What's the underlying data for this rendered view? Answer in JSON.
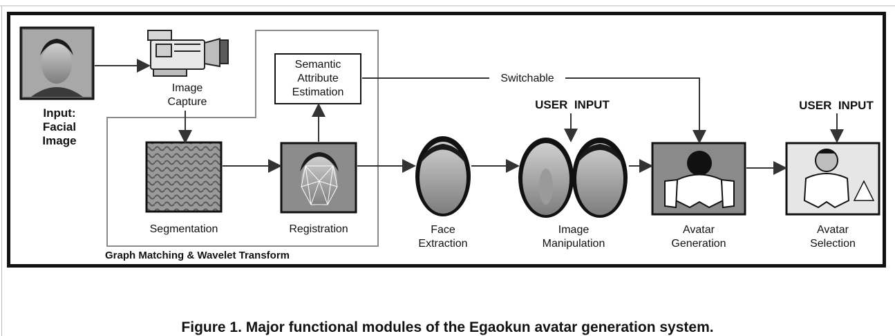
{
  "labels": {
    "input_facial_image": "Input:\nFacial\nImage",
    "image_capture": "Image\nCapture",
    "semantic_attribute_estimation": "Semantic\nAttribute\nEstimation",
    "switchable": "Switchable",
    "user_input_1": "USER  INPUT",
    "user_input_2": "USER  INPUT",
    "segmentation": "Segmentation",
    "registration": "Registration",
    "graph_matching": "Graph Matching & Wavelet Transform",
    "face_extraction": "Face\nExtraction",
    "image_manipulation": "Image\nManipulation",
    "avatar_generation": "Avatar\nGeneration",
    "avatar_selection": "Avatar\nSelection"
  },
  "caption": "Figure 1. Major functional modules of the Egaokun avatar generation system."
}
